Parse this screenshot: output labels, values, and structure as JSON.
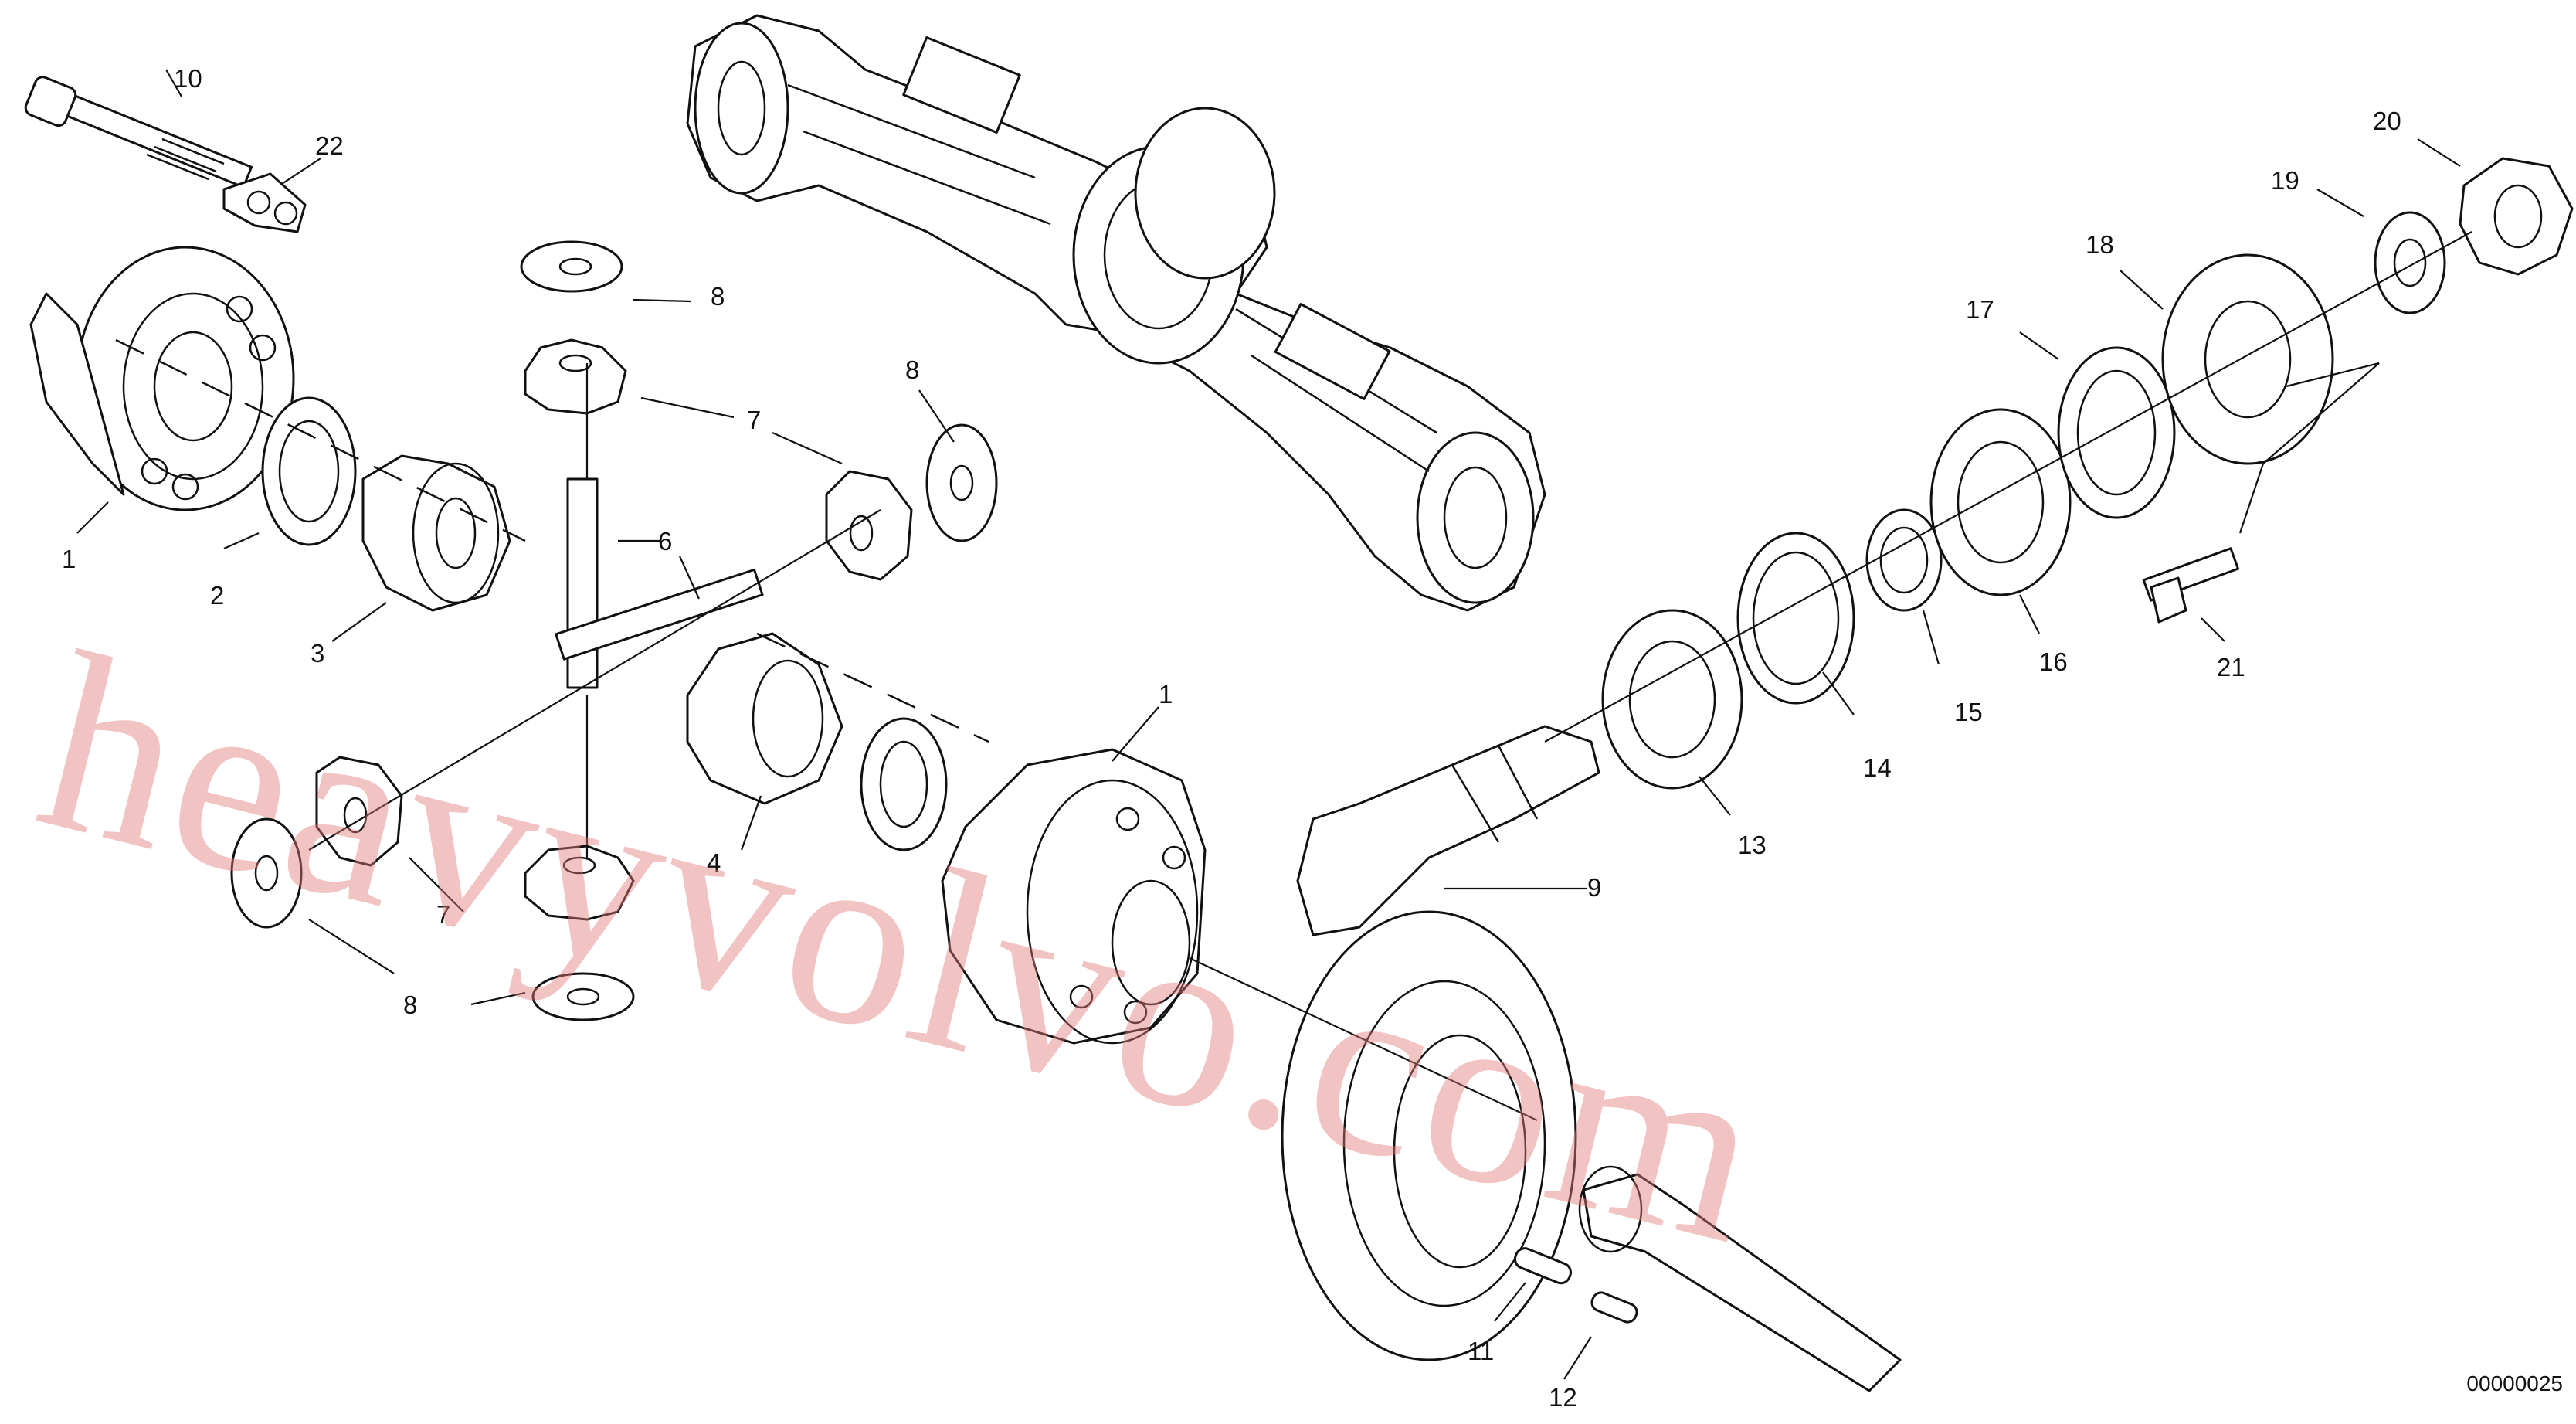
{
  "diagram": {
    "reference_code": "00000025",
    "watermark": "heavyvolvo.com",
    "callouts": [
      "10",
      "22",
      "8",
      "7",
      "8",
      "6",
      "1",
      "2",
      "3",
      "7",
      "4",
      "1",
      "9",
      "7",
      "8",
      "20",
      "19",
      "18",
      "17",
      "16",
      "15",
      "14",
      "13",
      "21",
      "11",
      "12"
    ]
  }
}
